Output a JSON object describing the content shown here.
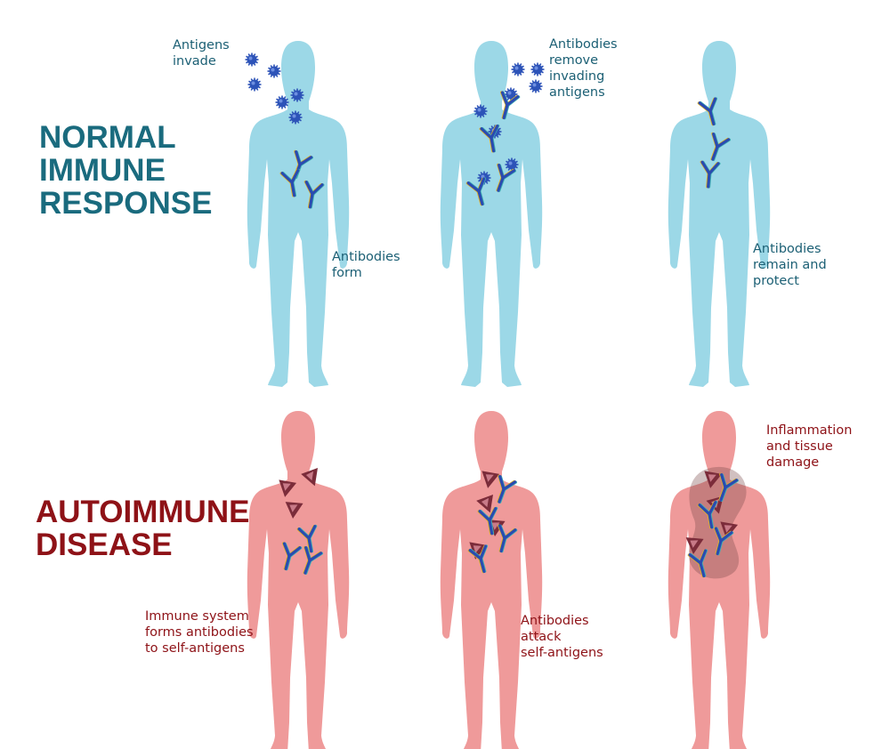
{
  "colors": {
    "normal_title": "#1a6b7e",
    "normal_caption": "#1b5f74",
    "normal_body": "#9cd8e7",
    "autoimmune_title": "#8e1217",
    "autoimmune_caption": "#8e1217",
    "autoimmune_body": "#ef9a9a",
    "antigen": "#2d53b8",
    "self_antigen": "#7b2c3a",
    "antibody_blue": "#2a4bb0",
    "antibody_yellow": "#e2b227",
    "antibody_teal": "#3fb2b4",
    "inflammation": "#7c4a4a"
  },
  "normal": {
    "title": [
      "NORMAL",
      "IMMUNE",
      "RESPONSE"
    ],
    "panels": [
      {
        "caption": [
          "Antigens",
          "invade"
        ],
        "caption2": [
          "Antibodies",
          "form"
        ]
      },
      {
        "caption": [
          "Antibodies",
          "remove",
          "invading",
          "antigens"
        ]
      },
      {
        "caption": [
          "Antibodies",
          "remain and",
          "protect"
        ]
      }
    ]
  },
  "autoimmune": {
    "title": [
      "AUTOIMMUNE",
      "DISEASE"
    ],
    "panels": [
      {
        "caption": [
          "Immune system",
          "forms antibodies",
          "to self-antigens"
        ]
      },
      {
        "caption": [
          "Antibodies",
          "attack",
          "self-antigens"
        ]
      },
      {
        "caption": [
          "Inflammation",
          "and tissue",
          "damage"
        ]
      }
    ]
  },
  "icons": {
    "antigen": "virus-icon",
    "antibody": "antibody-icon",
    "self_antigen": "self-antigen-icon"
  }
}
